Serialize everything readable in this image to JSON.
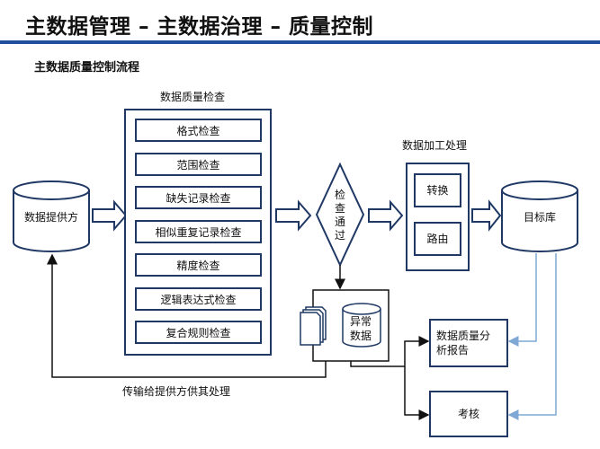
{
  "header": {
    "title": "主数据管理 – 主数据治理 – 质量控制",
    "subtitle": "主数据质量控制流程"
  },
  "diagram": {
    "source": "数据提供方",
    "quality_check_title": "数据质量检查",
    "checks": [
      "格式检查",
      "范围检查",
      "缺失记录检查",
      "相似重复记录检查",
      "精度检查",
      "逻辑表达式检查",
      "复合规则检查"
    ],
    "decision": [
      "检",
      "查",
      "通",
      "过"
    ],
    "processing_title": "数据加工处理",
    "processing_steps": [
      "转换",
      "路由"
    ],
    "target": "目标库",
    "exception": [
      "异常",
      "数据"
    ],
    "report": [
      "数据质量分",
      "析报告"
    ],
    "assessment": "考核",
    "feedback": "传输给提供方供其处理"
  }
}
